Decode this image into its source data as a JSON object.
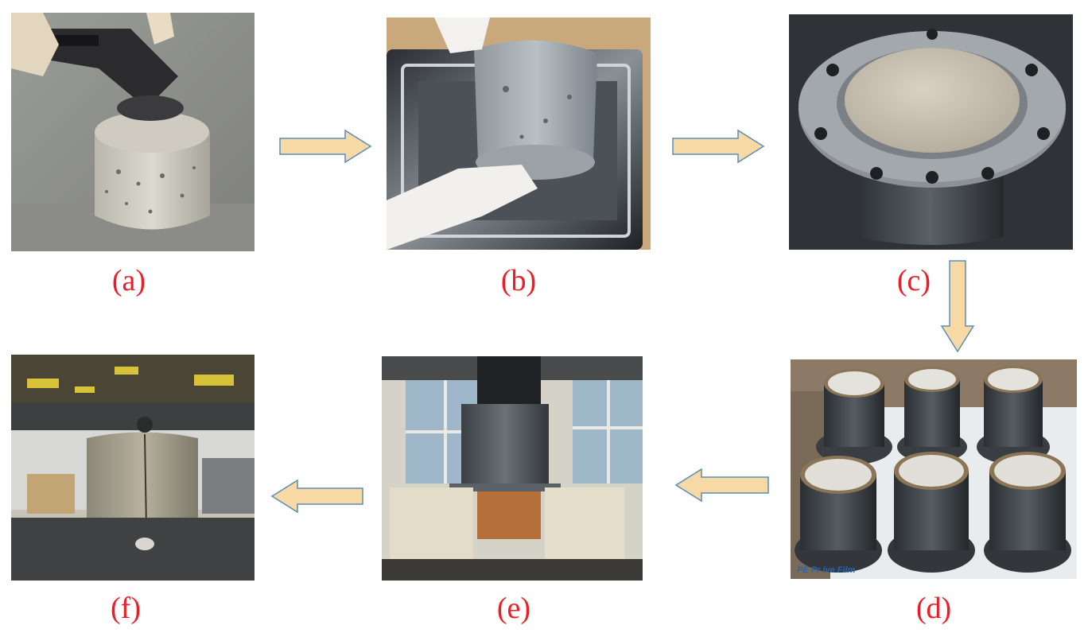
{
  "colors": {
    "label": "#ee1c25",
    "arrow_fill": "#f6d9a4",
    "arrow_stroke": "#5b8db8"
  },
  "panels": [
    {
      "id": "a",
      "label": "(a)",
      "depicts": "grinding concrete specimen"
    },
    {
      "id": "b",
      "label": "(b)",
      "depicts": "specimen over steel tray"
    },
    {
      "id": "c",
      "label": "(c)",
      "depicts": "specimen sealed in flanged steel holder"
    },
    {
      "id": "d",
      "label": "(d)",
      "depicts": "six specimens in holders"
    },
    {
      "id": "e",
      "label": "(e)",
      "depicts": "pressing specimen out of holder"
    },
    {
      "id": "f",
      "label": "(f)",
      "depicts": "splitting test under press"
    }
  ],
  "panel_e_texts": {},
  "panel_d_texts": {
    "film_text": "PE Pr     ive Film"
  }
}
